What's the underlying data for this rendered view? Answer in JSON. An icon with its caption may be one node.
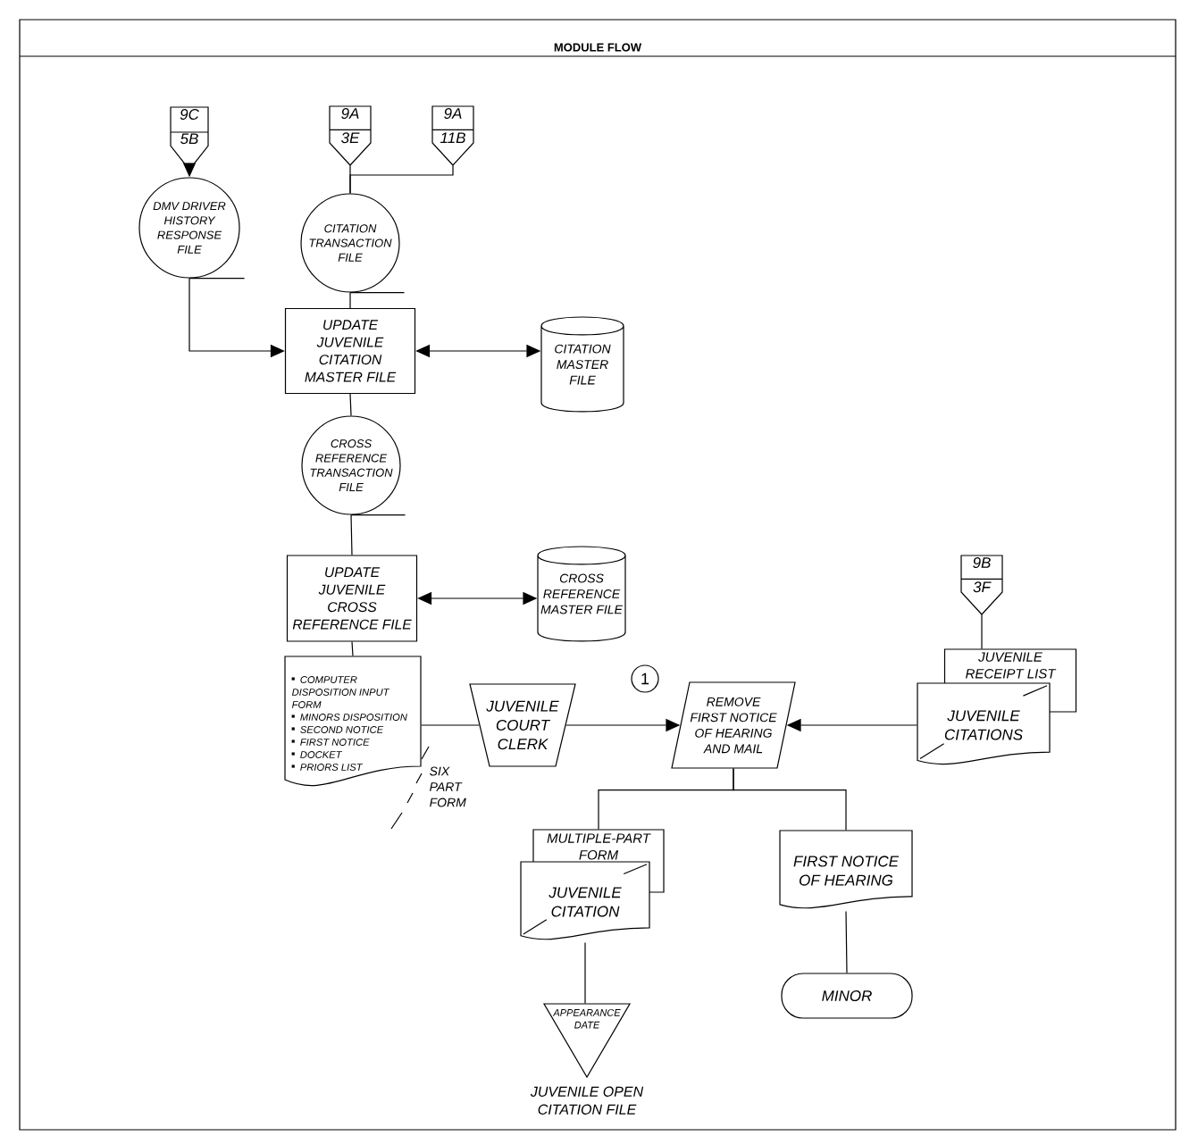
{
  "diagram": {
    "title": "MODULE FLOW",
    "nodes": [
      {
        "text": [
          "9C",
          "5B"
        ]
      },
      {
        "text": [
          "9A",
          "3E"
        ]
      },
      {
        "text": [
          "9A",
          "11B"
        ]
      },
      {
        "text": [
          "DMV DRIVER HISTORY RESPONSE FILE"
        ]
      },
      {
        "text": [
          "CITATION TRANSACTION FILE"
        ]
      },
      {
        "text": [
          "UPDATE JUVENILE CITATION MASTER FILE"
        ]
      },
      {
        "text": [
          "CITATION MASTER FILE"
        ]
      },
      {
        "text": [
          "CROSS REFERENCE TRANSACTION FILE"
        ]
      },
      {
        "text": [
          "UPDATE JUVENILE CROSS REFERENCE FILE"
        ]
      },
      {
        "text": [
          "CROSS REFERENCE MASTER FILE"
        ]
      },
      {
        "text": [
          "COMPUTER DISPOSITION INPUT FORM",
          "MINORS DISPOSITION",
          "SECOND NOTICE",
          "FIRST NOTICE",
          "DOCKET",
          "PRIORS LIST"
        ]
      },
      {
        "text": [
          "JUVENILE COURT CLERK"
        ]
      },
      {
        "text": [
          "REMOVE FIRST NOTICE OF HEARING AND MAIL"
        ]
      },
      {
        "text": [
          "9B",
          "3F"
        ]
      },
      {
        "text": [
          "JUVENILE RECEIPT LIST"
        ]
      },
      {
        "text": [
          "JUVENILE CITATIONS"
        ]
      },
      {
        "text": [
          "MULTIPLE-PART FORM"
        ]
      },
      {
        "text": [
          "JUVENILE CITATION"
        ]
      },
      {
        "text": [
          "FIRST NOTICE OF HEARING"
        ]
      },
      {
        "text": [
          "APPEARANCE DATE"
        ],
        "beside": [
          "JUVENILE OPEN CITATION FILE"
        ]
      },
      {
        "text": [
          "MINOR"
        ]
      }
    ],
    "edges": [
      {
        "from": 0,
        "to": 3,
        "arrow": "to"
      },
      {
        "from": 1,
        "to": 4,
        "arrow": "none"
      },
      {
        "from": 2,
        "to": 4,
        "arrow": "none"
      },
      {
        "from": 3,
        "to": 5,
        "arrow": "to"
      },
      {
        "from": 4,
        "to": 5,
        "arrow": "none"
      },
      {
        "from": 5,
        "to": 6,
        "arrow": "both"
      },
      {
        "from": 5,
        "to": 7,
        "arrow": "none"
      },
      {
        "from": 7,
        "to": 8,
        "arrow": "none"
      },
      {
        "from": 8,
        "to": 9,
        "arrow": "both"
      },
      {
        "from": 8,
        "to": 10,
        "arrow": "none"
      },
      {
        "from": 10,
        "to": 11,
        "arrow": "none"
      },
      {
        "from": 11,
        "to": 12,
        "arrow": "to"
      },
      {
        "from": 15,
        "to": 12,
        "arrow": "to"
      },
      {
        "from": 13,
        "to": 14,
        "arrow": "none"
      },
      {
        "from": 12,
        "to": 16,
        "arrow": "none"
      },
      {
        "from": 12,
        "to": 18,
        "arrow": "none"
      },
      {
        "from": 17,
        "to": 19,
        "arrow": "none"
      },
      {
        "from": 18,
        "to": 20,
        "arrow": "none"
      }
    ],
    "labels": [
      "1",
      "SIX PART FORM"
    ]
  }
}
